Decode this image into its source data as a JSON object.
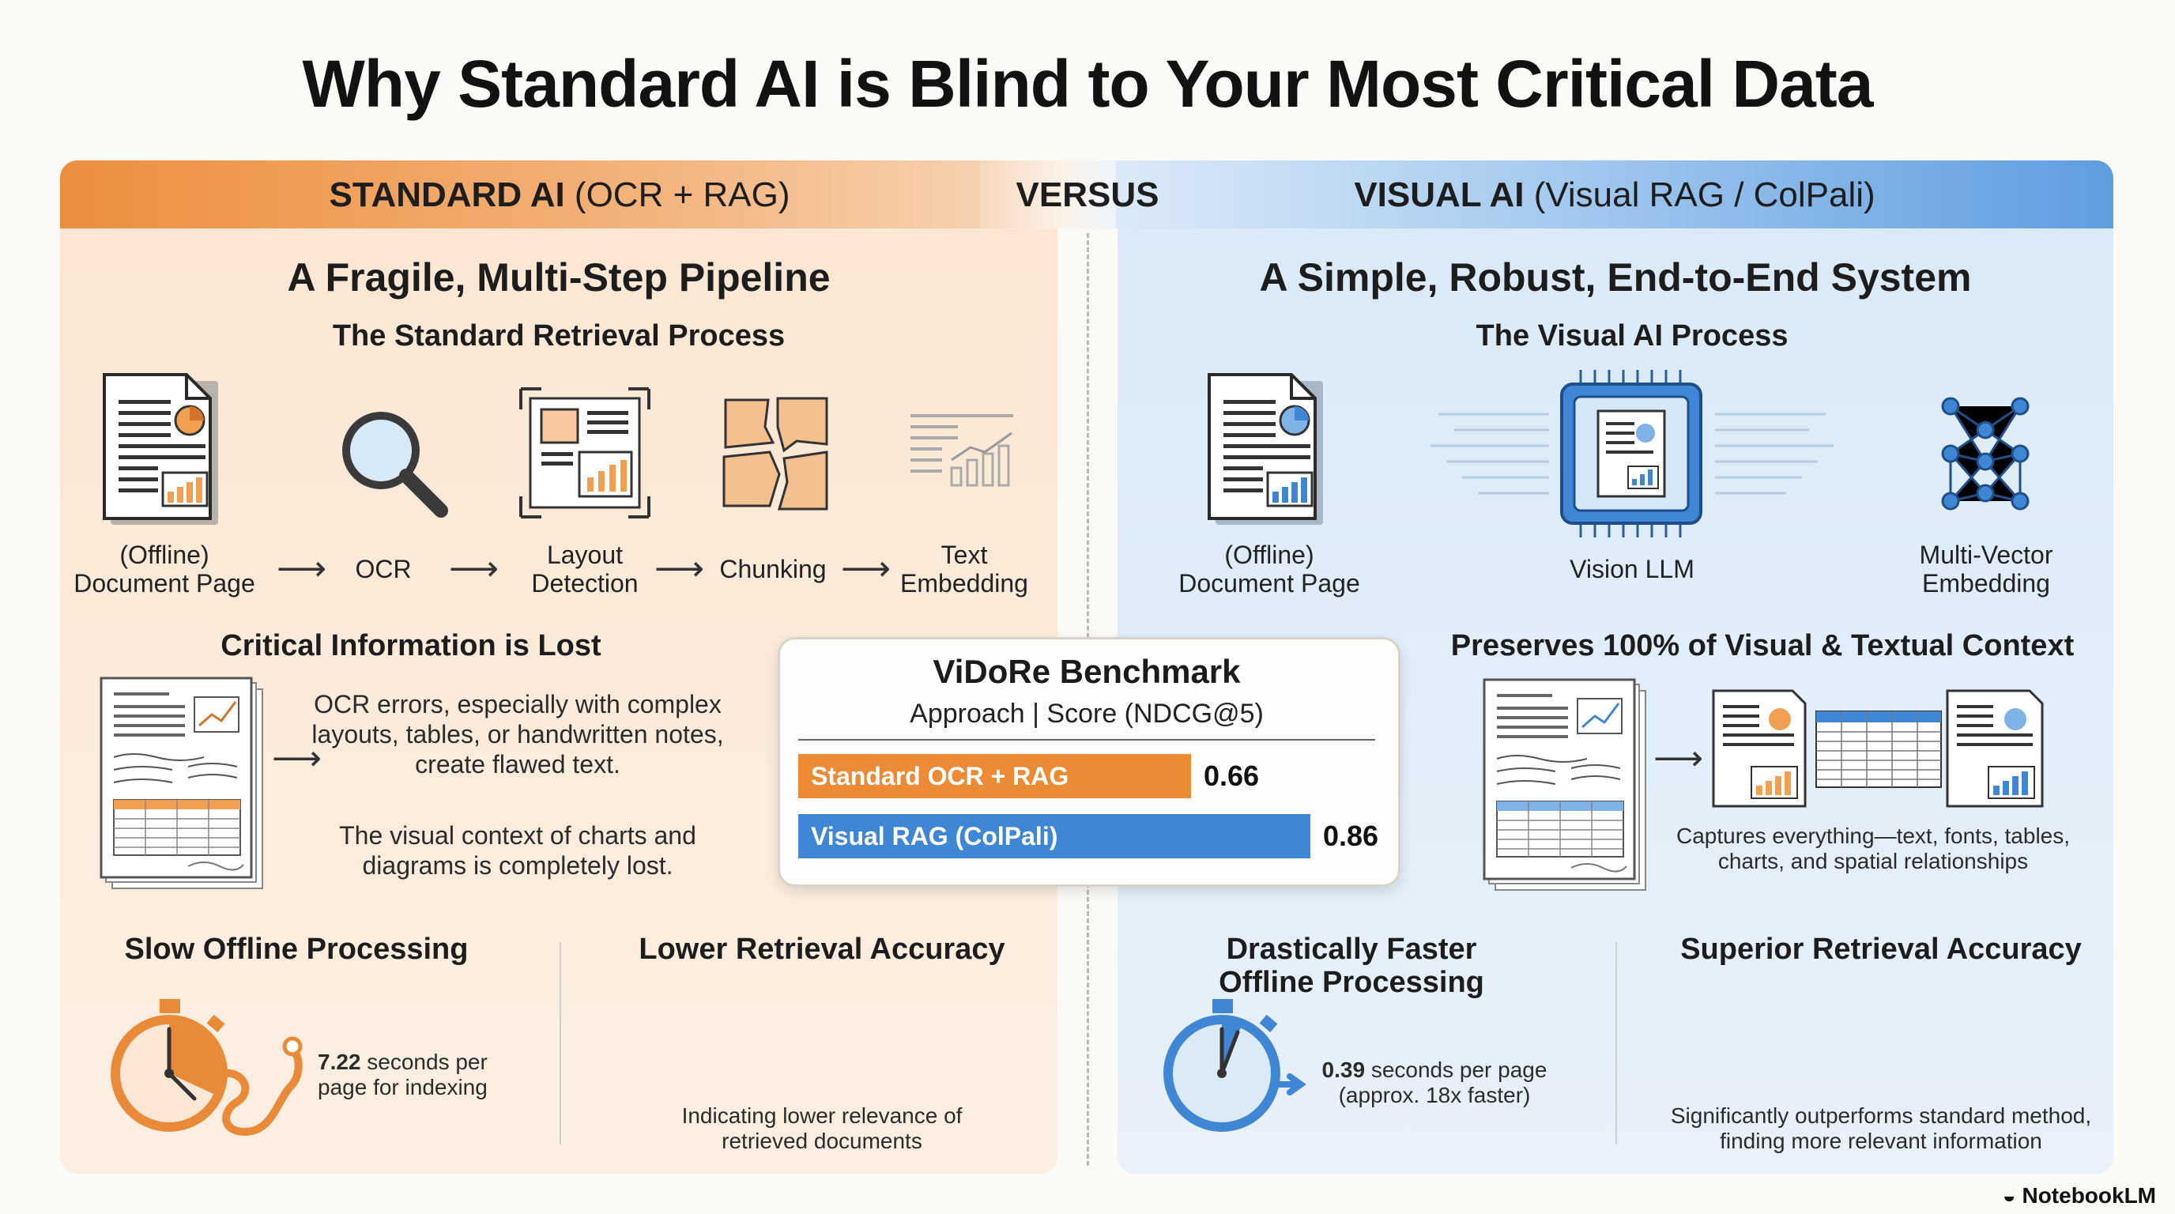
{
  "title": "Why Standard AI is Blind to Your Most Critical Data",
  "header": {
    "left_bold": "STANDARD AI",
    "left_rest": " (OCR + RAG)",
    "versus": "VERSUS",
    "right_bold": "VISUAL AI",
    "right_rest": " (Visual RAG / ColPali)"
  },
  "left": {
    "title": "A Fragile, Multi-Step Pipeline",
    "process_title": "The Standard Retrieval Process",
    "steps": [
      {
        "line1": "(Offline)",
        "line2": "Document Page",
        "icon": "document-icon"
      },
      {
        "line1": "OCR",
        "line2": "",
        "icon": "magnifier-icon"
      },
      {
        "line1": "Layout",
        "line2": "Detection",
        "icon": "layout-icon"
      },
      {
        "line1": "Chunking",
        "line2": "",
        "icon": "puzzle-icon"
      },
      {
        "line1": "Text",
        "line2": "Embedding",
        "icon": "text-embedding-icon"
      }
    ],
    "lost_title": "Critical Information is Lost",
    "lost_text1": [
      "OCR errors, especially with complex",
      "layouts, tables, or handwritten notes,",
      "create flawed text."
    ],
    "lost_text2": [
      "The visual context of charts and",
      "diagrams is completely lost."
    ],
    "slow_title": "Slow Offline Processing",
    "slow_value": "7.22",
    "slow_rest": " seconds per",
    "slow_line2": "page for indexing",
    "accuracy_title": "Lower Retrieval Accuracy",
    "accuracy_text": [
      "Indicating lower relevance of",
      "retrieved documents"
    ]
  },
  "right": {
    "title": "A Simple, Robust, End-to-End System",
    "process_title": "The Visual AI Process",
    "steps": [
      {
        "line1": "(Offline)",
        "line2": "Document Page",
        "icon": "document-icon"
      },
      {
        "line1": "Vision LLM",
        "line2": "",
        "icon": "chip-icon"
      },
      {
        "line1": "Multi-Vector",
        "line2": "Embedding",
        "icon": "network-icon"
      }
    ],
    "preserve_title": "Preserves 100% of Visual & Textual Context",
    "preserve_text": [
      "Captures everything—text, fonts, tables,",
      "charts, and spatial relationships"
    ],
    "fast_title": [
      "Drastically Faster",
      "Offline Processing"
    ],
    "fast_value": "0.39",
    "fast_rest": " seconds per page",
    "fast_line2": "(approx. 18x faster)",
    "accuracy_title": "Superior Retrieval Accuracy",
    "accuracy_text": [
      "Significantly outperforms standard method,",
      "finding more relevant information"
    ]
  },
  "benchmark": {
    "title": "ViDoRe Benchmark",
    "header": "Approach | Score (NDCG@5)",
    "rows": [
      {
        "label": "Standard OCR + RAG",
        "value": 0.66,
        "value_text": "0.66",
        "color": "#ec8a35"
      },
      {
        "label": "Visual RAG (ColPali)",
        "value": 0.86,
        "value_text": "0.86",
        "color": "#3f86d4"
      }
    ]
  },
  "colors": {
    "orange": "#ec8e3d",
    "blue": "#3f86d4"
  },
  "brand": "NotebookLM"
}
